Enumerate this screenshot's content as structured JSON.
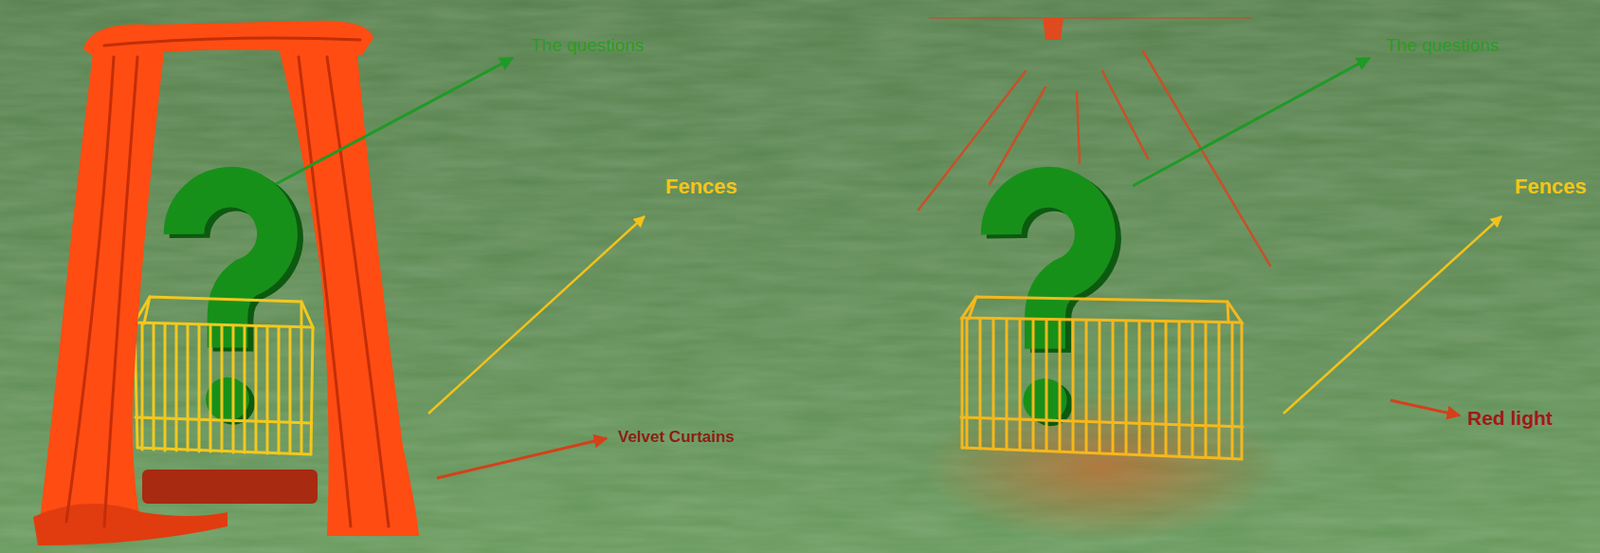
{
  "diagram": {
    "labels": [
      "The questions",
      "Fences",
      "Velvet Curtains",
      "The questions",
      "Fences",
      "Red light"
    ]
  }
}
